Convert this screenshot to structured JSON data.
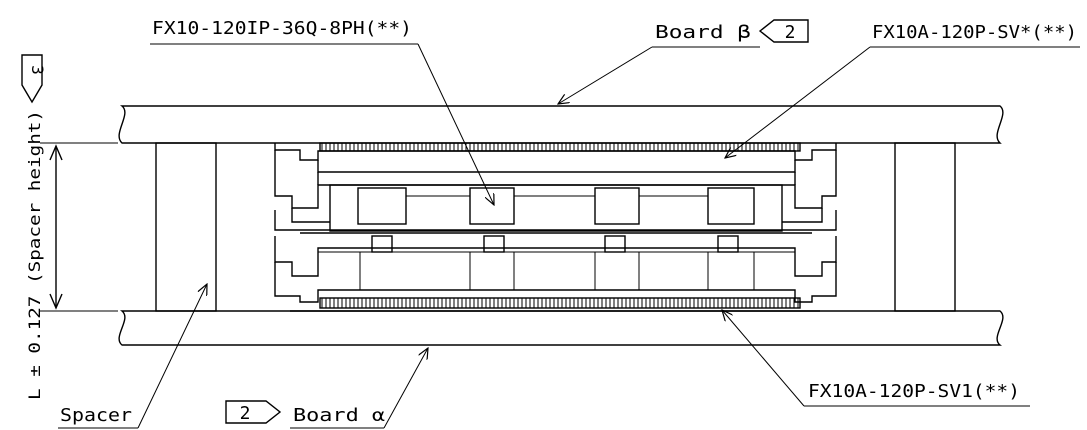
{
  "labels": {
    "top_part": "FX10-120IP-36Q-8PH(**)",
    "board_beta": "Board β",
    "board_beta_ref": "2",
    "upper_connector": "FX10A-120P-SV*(**)",
    "spacer_ref": "3",
    "height_spec": "L ± 0.127 (Spacer height)",
    "lower_connector": "FX10A-120P-SV1(**)",
    "spacer": "Spacer",
    "board_alpha_ref": "2",
    "board_alpha": "Board α"
  }
}
